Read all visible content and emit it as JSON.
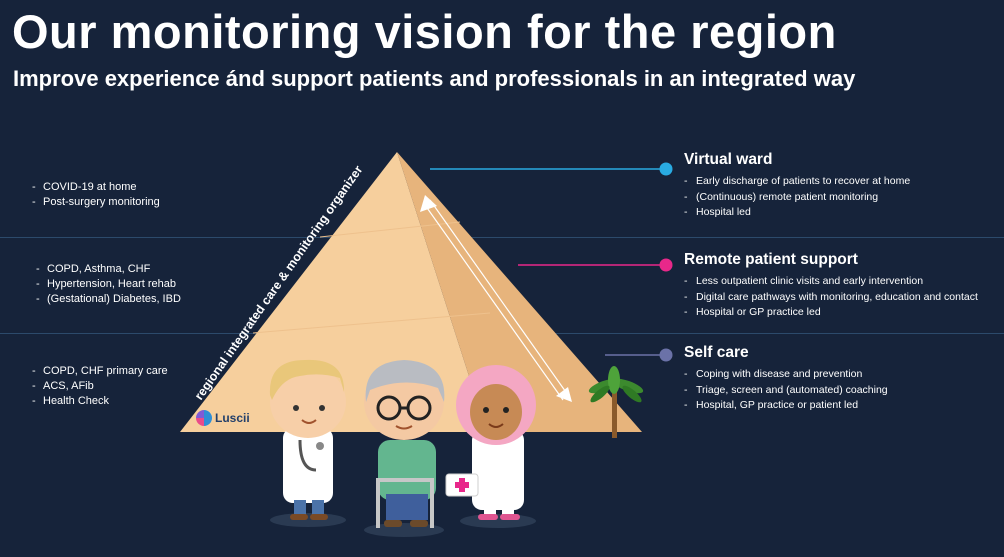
{
  "header": {
    "title": "Our monitoring vision for the region",
    "subtitle": "Improve experience ánd support patients and professionals in an integrated way"
  },
  "pyramid": {
    "side_label": "regional integrated care & monitoring organizer",
    "logo_text": "Luscii"
  },
  "tiers": [
    {
      "title": "Virtual ward",
      "color": "#29abe2",
      "left_items": [
        "COVID-19 at home",
        "Post-surgery monitoring"
      ],
      "right_items": [
        "Early discharge of patients to recover at home",
        "(Continuous) remote patient monitoring",
        "Hospital led"
      ]
    },
    {
      "title": "Remote patient support",
      "color": "#e8288a",
      "left_items": [
        "COPD, Asthma, CHF",
        "Hypertension, Heart rehab",
        "(Gestational) Diabetes, IBD"
      ],
      "right_items": [
        "Less outpatient clinic visits and early intervention",
        "Digital care pathways with monitoring, education and contact",
        "Hospital or GP practice led"
      ]
    },
    {
      "title": "Self care",
      "color": "#6b72a8",
      "left_items": [
        "COPD, CHF primary care",
        "ACS, AFib",
        "Health Check"
      ],
      "right_items": [
        "Coping with disease and prevention",
        "Triage, screen and (automated) coaching",
        "Hospital, GP practice or patient led"
      ]
    }
  ],
  "colors": {
    "background": "#16233a",
    "pyramid_light": "#f6cf9d",
    "pyramid_dark": "#e4b27a",
    "divider": "#2c4a6b"
  }
}
